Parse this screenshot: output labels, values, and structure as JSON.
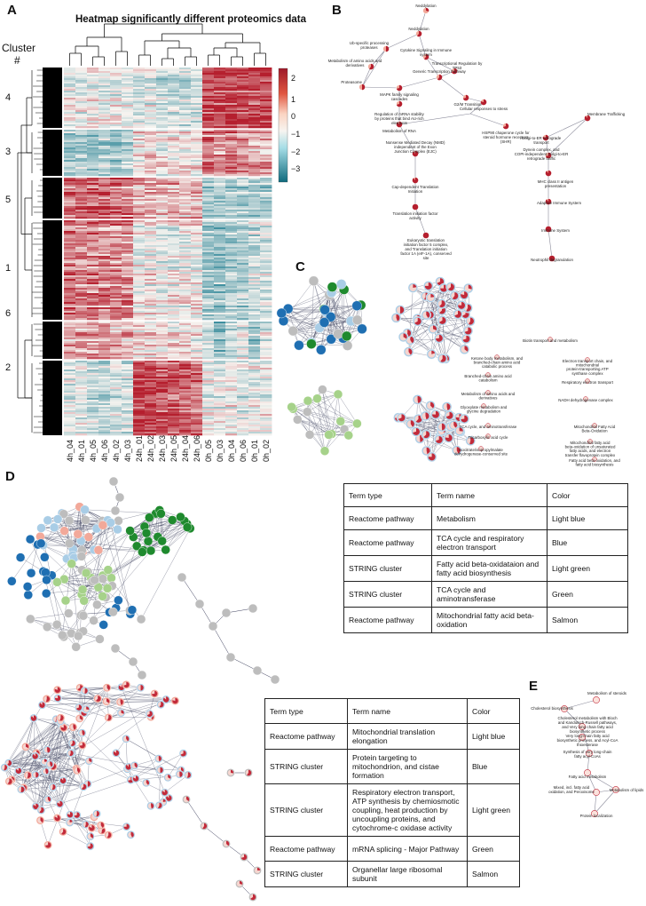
{
  "panels": {
    "a": "A",
    "b": "B",
    "c": "C",
    "d": "D",
    "e": "E"
  },
  "heatmap": {
    "title": "Heatmap significantly different proteomics data",
    "cluster_heading": "Cluster",
    "cluster_hash": "#",
    "clusters": [
      "4",
      "3",
      "5",
      "1",
      "6",
      "2"
    ],
    "columns": [
      "4h_04",
      "4h_01",
      "4h_05",
      "4h_06",
      "4h_02",
      "4h_03",
      "24h_01",
      "24h_02",
      "24h_03",
      "24h_05",
      "24h_04",
      "24h_06",
      "0h_05",
      "0h_03",
      "0h_04",
      "0h_06",
      "0h_01",
      "0h_02"
    ],
    "colorbar_ticks": [
      "2",
      "1",
      "0",
      "−1",
      "−2",
      "−3"
    ],
    "colors": {
      "high": "#b51f2e",
      "mid": "#f7f4f0",
      "low": "#1a7b8f"
    }
  },
  "panel_b": {
    "left_nodes": [
      "Neddylation",
      "Neddylation",
      "Ub-specific processing proteases",
      "Metabolism of amino acids and derivatives",
      "Proteasome",
      "Cytokine Signaling in Immune system",
      "Transcriptional Regulation by TP53",
      "Generic Transcription Pathway",
      "MAPK family signaling cascades",
      "Regulation of mRNA stability by proteins that bind AU-rich elements",
      "G2/M Transition",
      "Metabolism of RNA",
      "Cellular responses to stress",
      "HSP90 chaperone cycle for steroid hormone receptors (SHR)",
      "Nonsense Mediated Decay (NMD) independent of the Exon Junction Complex (EJC)",
      "Cap-dependent Translation Initiation",
      "Translation initiation factor activity",
      "Eukaryotic translation initiation factor 5 complex, and Translation initiation factor 1A (eIF-1A), conserved site"
    ],
    "right_nodes": [
      "Membrane Trafficking",
      "Golgi-to-ER retrograde transport",
      "Dynein complex, and COPI-independent Golgi-to-ER retrograde traffic",
      "MHC class II antigen presentation",
      "Adaptive Immune System",
      "Immune System",
      "Neutrophil degranulation"
    ]
  },
  "panel_c_labels": [
    "Biotin transport and metabolism",
    "Ketone body metabolism, and branched-chain amino acid catabolic process",
    "Electron transport chain, and mitochondrial protein-transporting ATP synthase complex",
    "Branched-chain amino acid catabolism",
    "Respiratory electron transport",
    "Metabolism of amino acids and derivatives",
    "NADH dehydrogenase complex",
    "Glyoxylate metabolism and glycine degradation",
    "Mitochondrial Fatty Acid Beta-Oxidation",
    "TCA cycle, and aminotransferase",
    "Mitochondrial fatty acid beta-oxidation of unsaturated fatty acids, and electron transfer flavoprotein complex",
    "Tricarboxylic acid cycle",
    "Isocitrate/isopropylmalate dehydrogenase-conserved site",
    "Fatty acid beta-oxidation, and fatty acid biosynthesis"
  ],
  "table1": {
    "headers": [
      "Term type",
      "Term name",
      "Color"
    ],
    "rows": [
      [
        "Reactome pathway",
        "Metabolism",
        "Light blue"
      ],
      [
        "Reactome pathway",
        "TCA cycle and respiratory electron transport",
        "Blue"
      ],
      [
        "STRING cluster",
        "Fatty acid beta-oxidataion and fatty acid biosynthesis",
        "Light green"
      ],
      [
        "STRING cluster",
        "TCA cycle and aminotransferase",
        "Green"
      ],
      [
        "Reactome pathway",
        "Mitochondrial fatty acid beta-oxidation",
        "Salmon"
      ]
    ]
  },
  "table2": {
    "headers": [
      "Term type",
      "Term name",
      "Color"
    ],
    "rows": [
      [
        "Reactome pathway",
        "Mitochondrial translation elongation",
        "Light blue"
      ],
      [
        "STRING cluster",
        "Protein targeting to mitochondrion, and cistae formation",
        "Blue"
      ],
      [
        "STRING cluster",
        "Respiratory electron transport, ATP synthesis by chemiosmotic coupling, heat production by uncoupling proteins, and cytochrome-c oxidase activity",
        "Light green"
      ],
      [
        "Reactome pathway",
        "mRNA splicing - Major Pathway",
        "Green"
      ],
      [
        "STRING cluster",
        "Organellar large ribosomal subunit",
        "Salmon"
      ]
    ]
  },
  "panel_e": [
    "Metabolism of steroids",
    "Cholesterol biosynthesis",
    "Cholesterol metabolism with Bloch and Kandutsch-Russell pathways, and Very long-chain fatty acid biosynthetic process",
    "Very long-chain fatty acid biosynthetic process, and Acyl-CoA thioesterase",
    "Synthesis of very long-chain fatty acyl-CoAs",
    "Fatty acid metabolism",
    "Metabolism of lipids",
    "Mixed, incl. fatty acid oxidation, and Peroxisome",
    "Protein localization"
  ],
  "network_colors": {
    "light_blue": "#a9cde6",
    "blue": "#1f6fb2",
    "light_green": "#a6d28a",
    "green": "#1f8a2e",
    "salmon": "#f2a99a",
    "grey": "#bdbdbd",
    "dark_red": "#b51f2e"
  }
}
